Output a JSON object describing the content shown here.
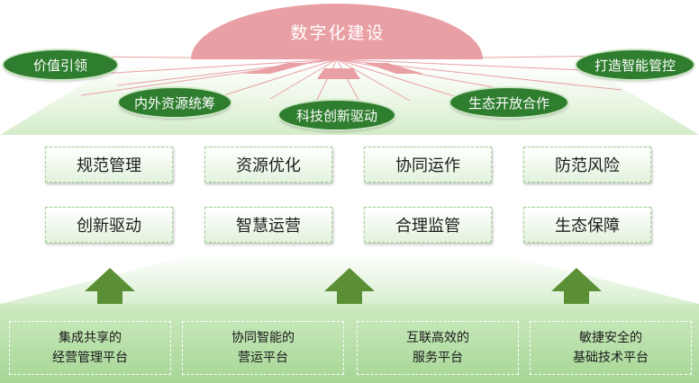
{
  "top": {
    "title": "数字化建设"
  },
  "ovals": [
    {
      "label": "价值引领"
    },
    {
      "label": "打造智能管控"
    },
    {
      "label": "内外资源统筹"
    },
    {
      "label": "科技创新驱动"
    },
    {
      "label": "生态开放合作"
    }
  ],
  "boxes_row1": [
    {
      "label": "规范管理"
    },
    {
      "label": "资源优化"
    },
    {
      "label": "协同运作"
    },
    {
      "label": "防范风险"
    }
  ],
  "boxes_row2": [
    {
      "label": "创新驱动"
    },
    {
      "label": "智慧运营"
    },
    {
      "label": "合理监管"
    },
    {
      "label": "生态保障"
    }
  ],
  "platforms": [
    {
      "line1": "集成共享的",
      "line2": "经营管理平台"
    },
    {
      "line1": "协同智能的",
      "line2": "营运平台"
    },
    {
      "line1": "互联高效的",
      "line2": "服务平台"
    },
    {
      "line1": "敏捷安全的",
      "line2": "基础技术平台"
    }
  ],
  "colors": {
    "dome": "#e9a0a5",
    "oval": "#2f7d2f",
    "arrow": "#5a8f35",
    "base": "#b6dea8"
  }
}
